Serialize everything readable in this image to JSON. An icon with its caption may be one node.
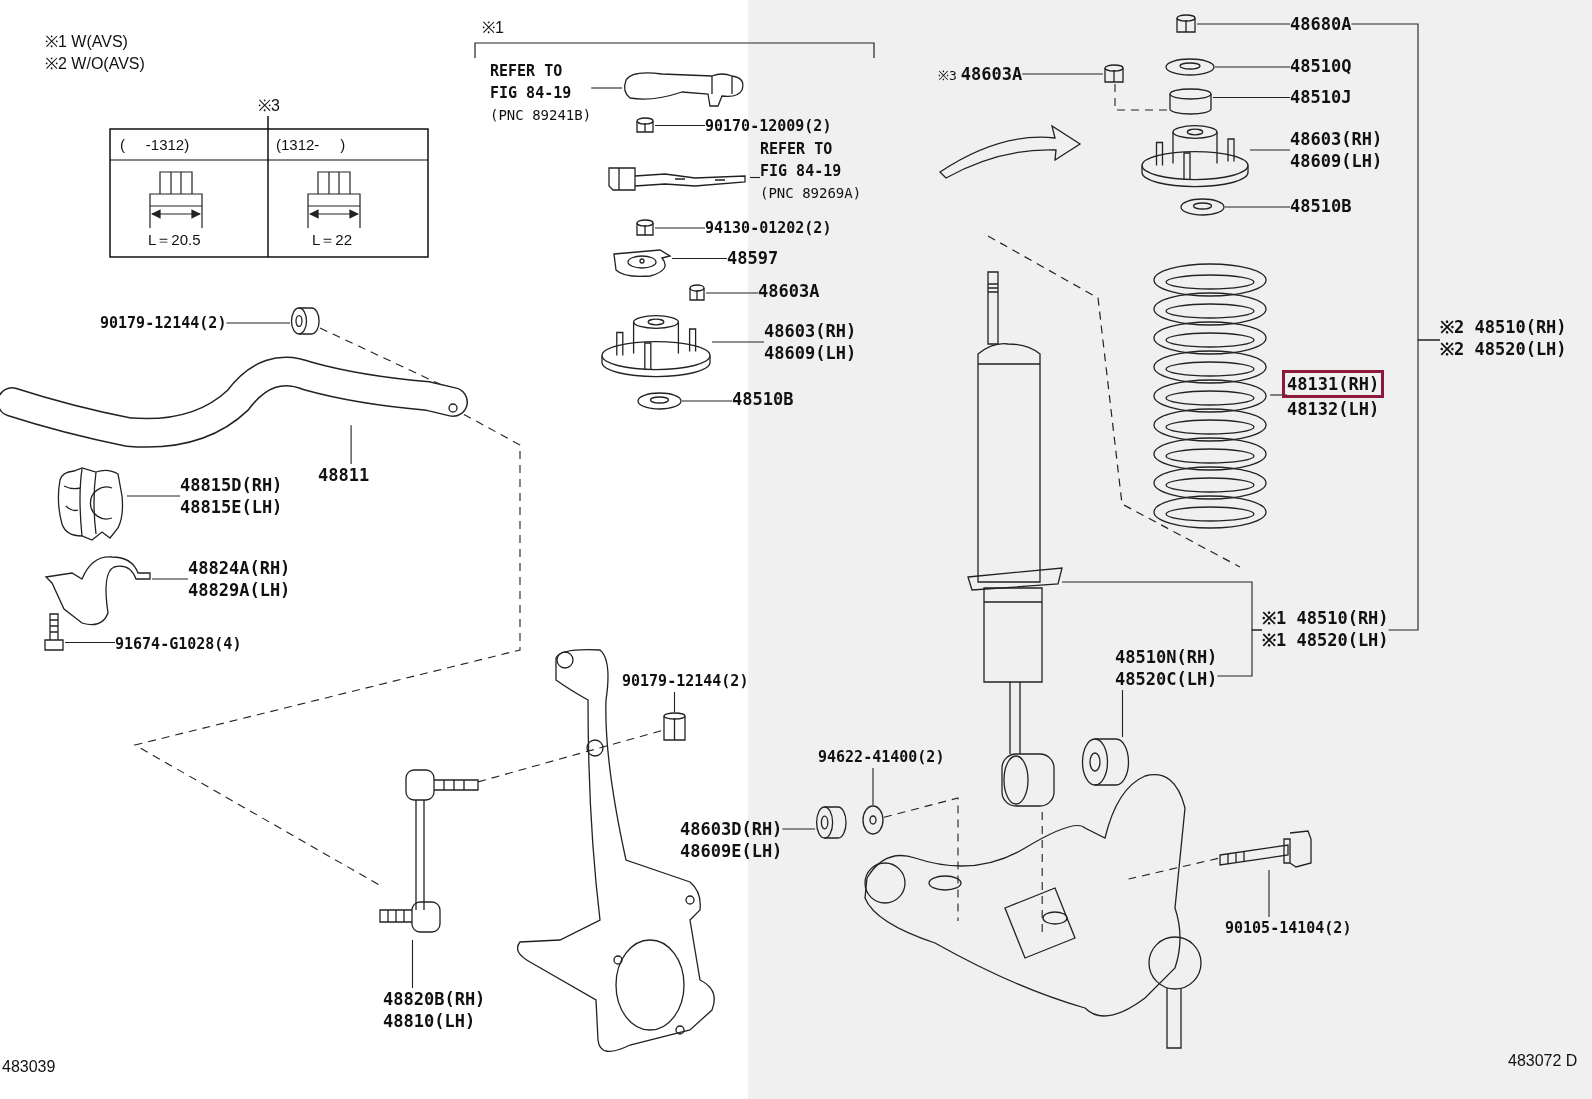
{
  "diagram": {
    "nodes": [
      {
        "text": [
          "REFER TO FIG 84-19",
          "(PNC 89241B)"
        ]
      },
      {
        "text": [],
        "shape": "picture"
      },
      {
        "text": [
          "90170-12009(2)"
        ]
      },
      {
        "text": [],
        "shape": "picture"
      },
      {
        "text": [
          "REFER TO FIG 84-19",
          "(PNC 89269A)"
        ]
      },
      {
        "text": [],
        "shape": "picture"
      },
      {
        "text": [
          "94130-01202(2)"
        ]
      },
      {
        "text": [],
        "shape": "picture"
      },
      {
        "text": [
          "48597"
        ]
      },
      {
        "text": [],
        "shape": "picture"
      },
      {
        "text": [
          "48603A"
        ]
      },
      {
        "text": [],
        "shape": "picture"
      },
      {
        "text": [
          "48603(RH)",
          "48609(LH)"
        ]
      },
      {
        "text": [],
        "shape": "picture"
      },
      {
        "text": [
          "48510B"
        ]
      },
      {
        "text": [],
        "shape": "picture"
      },
      {
        "text": [
          "※3",
          "48603A"
        ]
      },
      {
        "text": [],
        "shape": "picture"
      },
      {
        "text": [
          "48680A"
        ]
      },
      {
        "text": [],
        "shape": "picture"
      },
      {
        "text": [
          "48510Q"
        ]
      },
      {
        "text": [],
        "shape": "picture"
      },
      {
        "text": [
          "48510J"
        ]
      },
      {
        "text": [],
        "shape": "picture"
      },
      {
        "text": [
          "48603(RH)",
          "48609(LH)"
        ]
      },
      {
        "text": [],
        "shape": "picture"
      },
      {
        "text": [
          "48510B"
        ]
      },
      {
        "text": [],
        "shape": "picture"
      },
      {
        "text": [
          "48131(RH)",
          "48132(LH)"
        ]
      },
      {
        "text": [],
        "shape": "picture"
      },
      {
        "text": [],
        "shape": "picture"
      },
      {
        "text": [
          "※1 48510(RH)",
          "※1 48520(LH)"
        ]
      },
      {
        "text": [
          "48510N(RH)",
          "48520C(LH)"
        ]
      },
      {
        "text": [],
        "shape": "picture"
      },
      {
        "text": [
          "※2 48510(RH)",
          "※2 48520(LH)"
        ]
      },
      {
        "text": [
          "94622-41400(2)"
        ]
      },
      {
        "text": [],
        "shape": "picture"
      },
      {
        "text": [
          "48603D(RH)",
          "48609E(LH)"
        ]
      },
      {
        "text": [],
        "shape": "picture"
      },
      {
        "text": [
          "90105-14104(2)"
        ]
      },
      {
        "text": [],
        "shape": "picture"
      },
      {
        "text": [],
        "shape": "picture"
      },
      {
        "text": [
          "90179-12144(2)"
        ]
      },
      {
        "text": [],
        "shape": "picture"
      },
      {
        "text": [],
        "shape": "picture"
      },
      {
        "text": [
          "48811"
        ]
      },
      {
        "text": [
          "48815D(RH)",
          "48815E(LH)"
        ]
      },
      {
        "text": [],
        "shape": "picture"
      },
      {
        "text": [
          "48824A(RH)",
          "48829A(LH)"
        ]
      },
      {
        "text": [],
        "shape": "picture"
      },
      {
        "text": [
          "91674-G1028(4)"
        ]
      },
      {
        "text": [],
        "shape": "picture"
      },
      {
        "text": [
          "90179-12144(2)"
        ]
      },
      {
        "text": [],
        "shape": "picture"
      },
      {
        "text": [],
        "shape": "picture"
      },
      {
        "text": [
          "48820B(RH)",
          "48810(LH)"
        ]
      }
    ],
    "edges": [
      {
        "from": 0,
        "to": 1,
        "arrow": "none"
      },
      {
        "from": 2,
        "to": 3,
        "arrow": "none"
      },
      {
        "from": 4,
        "to": 5,
        "arrow": "none"
      },
      {
        "from": 6,
        "to": 7,
        "arrow": "none"
      },
      {
        "from": 8,
        "to": 9,
        "arrow": "none"
      },
      {
        "from": 10,
        "to": 11,
        "arrow": "none"
      },
      {
        "from": 12,
        "to": 13,
        "arrow": "none"
      },
      {
        "from": 14,
        "to": 15,
        "arrow": "none"
      },
      {
        "from": 16,
        "to": 17,
        "arrow": "none"
      },
      {
        "from": 18,
        "to": 19,
        "arrow": "none"
      },
      {
        "from": 20,
        "to": 21,
        "arrow": "none"
      },
      {
        "from": 22,
        "to": 23,
        "arrow": "none"
      },
      {
        "from": 24,
        "to": 25,
        "arrow": "none"
      },
      {
        "from": 26,
        "to": 27,
        "arrow": "none"
      },
      {
        "from": 28,
        "to": 29,
        "arrow": "none"
      },
      {
        "from": 31,
        "to": 30,
        "arrow": "none"
      },
      {
        "from": 31,
        "to": 32,
        "arrow": "none"
      },
      {
        "from": 34,
        "to": 18,
        "arrow": "none"
      },
      {
        "from": 34,
        "to": 31,
        "arrow": "none"
      },
      {
        "from": 32,
        "to": 33,
        "arrow": "none"
      },
      {
        "from": 35,
        "to": 36,
        "arrow": "none"
      },
      {
        "from": 37,
        "to": 38,
        "arrow": "none"
      },
      {
        "from": 39,
        "to": 40,
        "arrow": "none"
      },
      {
        "from": 42,
        "to": 43,
        "arrow": "none"
      },
      {
        "from": 45,
        "to": 44,
        "arrow": "none"
      },
      {
        "from": 46,
        "to": 47,
        "arrow": "none"
      },
      {
        "from": 48,
        "to": 49,
        "arrow": "none"
      },
      {
        "from": 50,
        "to": 51,
        "arrow": "none"
      },
      {
        "from": 52,
        "to": 53,
        "arrow": "none"
      },
      {
        "from": 55,
        "to": 54,
        "arrow": "none"
      },
      {
        "from": 43,
        "to": 44,
        "arrow": "none",
        "style": "dashed"
      },
      {
        "from": 44,
        "to": 54,
        "arrow": "none",
        "style": "dashed"
      },
      {
        "from": 54,
        "to": 53,
        "arrow": "none",
        "style": "dashed"
      },
      {
        "from": 17,
        "to": 23,
        "arrow": "none",
        "style": "dashed"
      },
      {
        "from": 36,
        "to": 41,
        "arrow": "none",
        "style": "dashed"
      },
      {
        "from": 30,
        "to": 41,
        "arrow": "none",
        "style": "dashed"
      },
      {
        "from": 40,
        "to": 41,
        "arrow": "none",
        "style": "dashed"
      }
    ],
    "labels": [
      "※1 W(AVS)",
      "※2 W/O(AVS)",
      "※3",
      "(     -1312)",
      "(1312-     )",
      "L＝20.5",
      "L＝22",
      "※1",
      "483039",
      "483072 D"
    ]
  }
}
